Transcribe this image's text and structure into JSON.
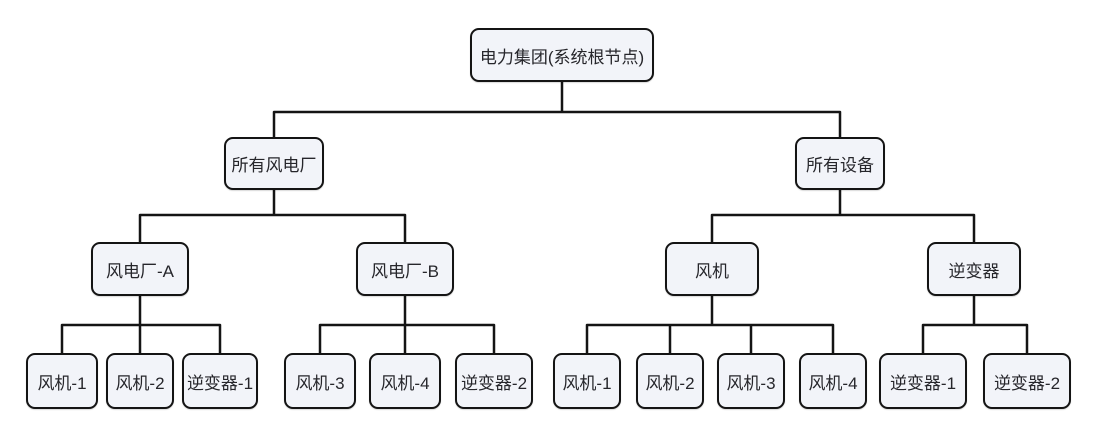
{
  "colors": {
    "background": "#ffffff",
    "node_fill": "#f2f4f9",
    "node_border": "#141414",
    "connector": "#141414",
    "text": "#26262b"
  },
  "tree": {
    "root": {
      "label": "电力集团(系统根节点)",
      "children": [
        {
          "label": "所有风电厂",
          "children": [
            {
              "label": "风电厂-A",
              "children": [
                {
                  "label": "风机-1"
                },
                {
                  "label": "风机-2"
                },
                {
                  "label": "逆变器-1"
                }
              ]
            },
            {
              "label": "风电厂-B",
              "children": [
                {
                  "label": "风机-3"
                },
                {
                  "label": "风机-4"
                },
                {
                  "label": "逆变器-2"
                }
              ]
            }
          ]
        },
        {
          "label": "所有设备",
          "children": [
            {
              "label": "风机",
              "children": [
                {
                  "label": "风机-1"
                },
                {
                  "label": "风机-2"
                },
                {
                  "label": "风机-3"
                },
                {
                  "label": "风机-4"
                }
              ]
            },
            {
              "label": "逆变器",
              "children": [
                {
                  "label": "逆变器-1"
                },
                {
                  "label": "逆变器-2"
                }
              ]
            }
          ]
        }
      ]
    }
  }
}
